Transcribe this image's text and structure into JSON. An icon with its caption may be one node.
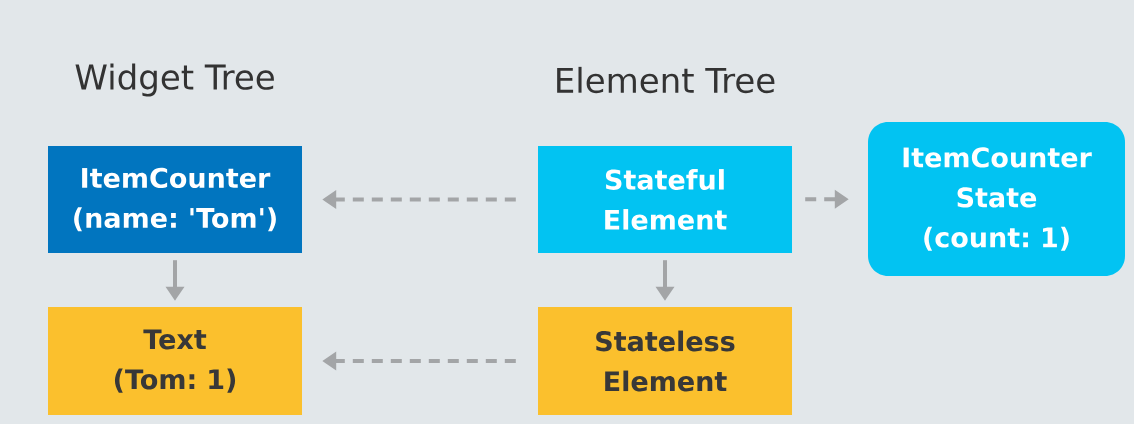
{
  "diagram": {
    "nodes": [
      {
        "text": [
          "ItemCounter (name: 'Tom')"
        ]
      },
      {
        "text": [
          "Stateful Element"
        ]
      },
      {
        "text": [
          "ItemCounter State (count: 1)"
        ]
      },
      {
        "text": [
          "Text (Tom: 1)"
        ]
      },
      {
        "text": [
          "Stateless Element"
        ]
      }
    ],
    "edges": [
      {
        "from": 0,
        "to": 3,
        "arrow": "to"
      },
      {
        "from": 1,
        "to": 0,
        "arrow": "to",
        "style": "dashed"
      },
      {
        "from": 1,
        "to": 2,
        "arrow": "to",
        "style": "dashed"
      },
      {
        "from": 1,
        "to": 4,
        "arrow": "to"
      },
      {
        "from": 4,
        "to": 3,
        "arrow": "to",
        "style": "dashed"
      }
    ],
    "labels": [
      "Widget Tree",
      "Element Tree"
    ]
  }
}
